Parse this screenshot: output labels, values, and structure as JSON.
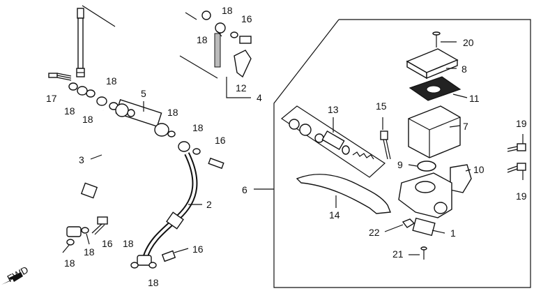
{
  "callouts": {
    "p1": "1",
    "p2": "2",
    "p3": "3",
    "p4": "4",
    "p5": "5",
    "p6": "6",
    "p7": "7",
    "p8": "8",
    "p9": "9",
    "p10": "10",
    "p11": "11",
    "p12": "12",
    "p13": "13",
    "p14": "14",
    "p15": "15",
    "p16": "16",
    "p17": "17",
    "p18": "18",
    "p19": "19",
    "p20": "20",
    "p21": "21",
    "p22": "22"
  },
  "direction_label": "FWD"
}
